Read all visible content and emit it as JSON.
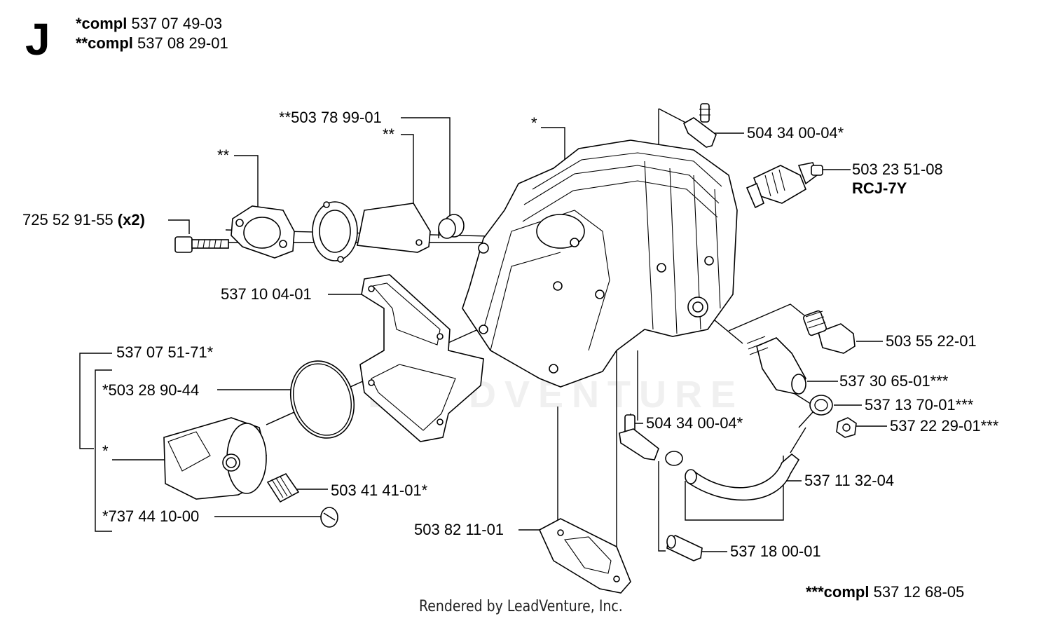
{
  "section_letter": "J",
  "header": {
    "line1_prefix": "*compl",
    "line1_number": "537 07 49-03",
    "line2_prefix": "**compl",
    "line2_number": "537 08 29-01"
  },
  "labels": {
    "intake_flange_star": "**503 78 99-01",
    "intake_pipe": "**",
    "intake_gasket": "**",
    "screw_num": "725 52 91-55",
    "screw_qty": "(x2)",
    "cylinder": "*",
    "nipple_top": "504 34 00-04*",
    "spark_plug_num": "503 23 51-08",
    "spark_plug_type": "RCJ-7Y",
    "base_gasket": "537 10 04-01",
    "plug_screw": "503 55 22-01",
    "decomp_valve": "537 30 65-01***",
    "banjo": "537 13 70-01***",
    "banjo_bolt": "537 22 29-01***",
    "piston_kit": "537 07 51-71*",
    "piston_ring": "*503 28 90-44",
    "piston": "*",
    "nipple_bottom": "504 34 00-04*",
    "bearing": "503 41 41-01*",
    "hose": "537 11 32-04",
    "circlip": "*737 44 10-00",
    "exhaust_gasket": "503 82 11-01",
    "filter": "537 18 00-01",
    "compl3_prefix": "***compl",
    "compl3_number": "537 12 68-05"
  },
  "footer": "Rendered by LeadVenture, Inc.",
  "watermark": "LEADVENTURE"
}
